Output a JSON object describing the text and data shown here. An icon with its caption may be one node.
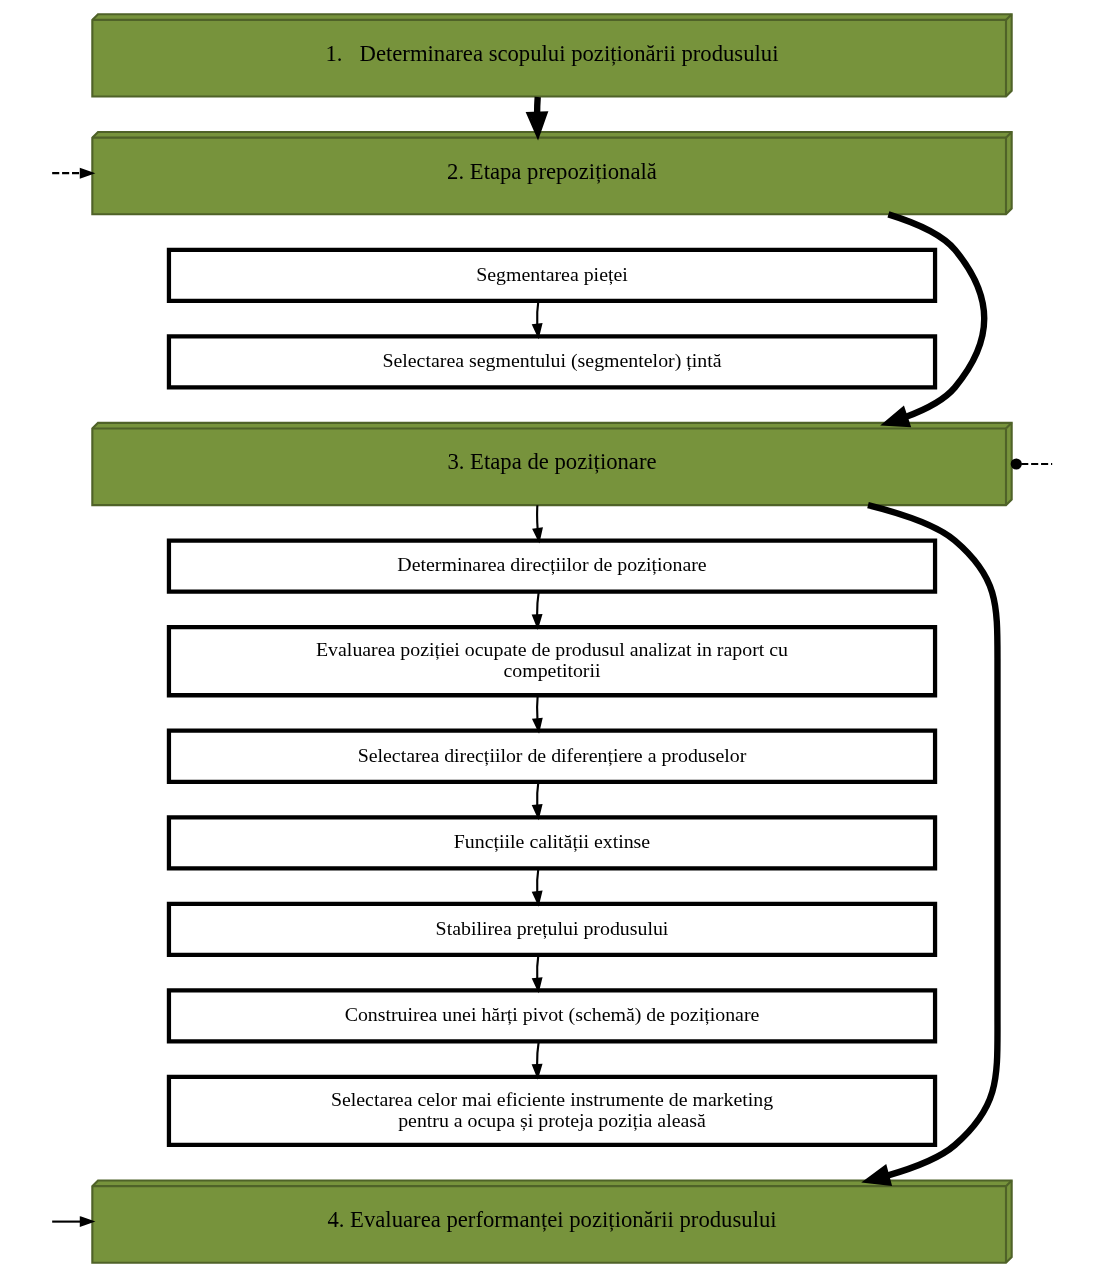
{
  "diagram": {
    "nodes": [
      {
        "text": [
          "1.   Determinarea scopului poziționării produsului"
        ]
      },
      {
        "text": [
          "2. Etapa prepozițională"
        ]
      },
      {
        "text": [
          "Segmentarea pieței"
        ]
      },
      {
        "text": [
          "Selectarea segmentului (segmentelor) țintă"
        ]
      },
      {
        "text": [
          "3. Etapa de poziționare"
        ]
      },
      {
        "text": [
          "Determinarea direcțiilor de poziționare"
        ]
      },
      {
        "text": [
          "Evaluarea poziției ocupate de produsul analizat in raport cu competitorii"
        ]
      },
      {
        "text": [
          "Selectarea direcțiilor de diferențiere a produselor"
        ]
      },
      {
        "text": [
          "Funcțiile calității extinse"
        ]
      },
      {
        "text": [
          "Stabilirea prețului produsului"
        ]
      },
      {
        "text": [
          "Construirea unei hărți pivot (schemă) de poziționare"
        ]
      },
      {
        "text": [
          "Selectarea celor mai eficiente instrumente de marketing pentru a ocupa și proteja poziția aleasă"
        ]
      },
      {
        "text": [
          "4. Evaluarea performanței poziționării produsului"
        ]
      }
    ],
    "edges": [
      {
        "from": 0,
        "to": 1,
        "arrow": "to",
        "style": "thick"
      },
      {
        "from": null,
        "to": 1,
        "arrow": "to",
        "style": "dashed"
      },
      {
        "from": 1,
        "to": 4,
        "arrow": "to",
        "style": "thick"
      },
      {
        "from": 2,
        "to": 3,
        "arrow": "to"
      },
      {
        "from": 4,
        "to": null,
        "arrow": "other",
        "style": "dashed"
      },
      {
        "from": 4,
        "to": 5,
        "arrow": "to"
      },
      {
        "from": 5,
        "to": 6,
        "arrow": "to"
      },
      {
        "from": 6,
        "to": 7,
        "arrow": "to"
      },
      {
        "from": 7,
        "to": 8,
        "arrow": "to"
      },
      {
        "from": 8,
        "to": 9,
        "arrow": "to"
      },
      {
        "from": 9,
        "to": 10,
        "arrow": "to"
      },
      {
        "from": 10,
        "to": 11,
        "arrow": "to"
      },
      {
        "from": 4,
        "to": 12,
        "arrow": "to",
        "style": "thick"
      },
      {
        "from": null,
        "to": 12,
        "arrow": "to"
      }
    ]
  }
}
